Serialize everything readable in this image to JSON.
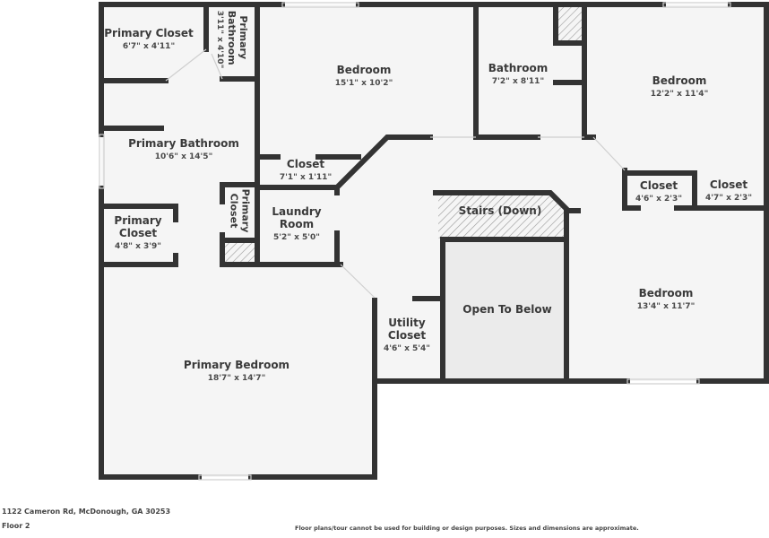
{
  "colors": {
    "wall": "#333333",
    "floor": "#f5f5f5",
    "open_below": "#ebebeb",
    "window": "#ffffff",
    "text": "#3a3a3a"
  },
  "rooms": [
    {
      "name": "Primary Closet",
      "dim": "6'7\" x 4'11\""
    },
    {
      "name": "Primary Bathroom",
      "dim": "3'11\" x 4'10\""
    },
    {
      "name": "Bedroom",
      "dim": "15'1\" x 10'2\""
    },
    {
      "name": "Bathroom",
      "dim": "7'2\" x 8'11\""
    },
    {
      "name": "Bedroom",
      "dim": "12'2\" x 11'4\""
    },
    {
      "name": "Primary Bathroom",
      "dim": "10'6\" x 14'5\""
    },
    {
      "name": "Closet",
      "dim": "7'1\" x 1'11\""
    },
    {
      "name": "Primary Closet",
      "dim": ""
    },
    {
      "name": "Laundry Room",
      "dim": "5'2\" x 5'0\""
    },
    {
      "name": "Primary Closet",
      "dim": "4'8\" x 3'9\""
    },
    {
      "name": "Closet",
      "dim": "4'6\" x 2'3\""
    },
    {
      "name": "Closet",
      "dim": "4'7\" x 2'3\""
    },
    {
      "name": "Stairs (Down)",
      "dim": ""
    },
    {
      "name": "Open To Below",
      "dim": ""
    },
    {
      "name": "Utility Closet",
      "dim": "4'6\" x 5'4\""
    },
    {
      "name": "Bedroom",
      "dim": "13'4\" x 11'7\""
    },
    {
      "name": "Primary Bedroom",
      "dim": "18'7\" x 14'7\""
    }
  ],
  "footer": {
    "address": "1122 Cameron Rd, McDonough, GA 30253",
    "floor": "Floor 2",
    "disclaimer": "Floor plans/tour cannot be used for building or design purposes. Sizes and dimensions are approximate."
  }
}
